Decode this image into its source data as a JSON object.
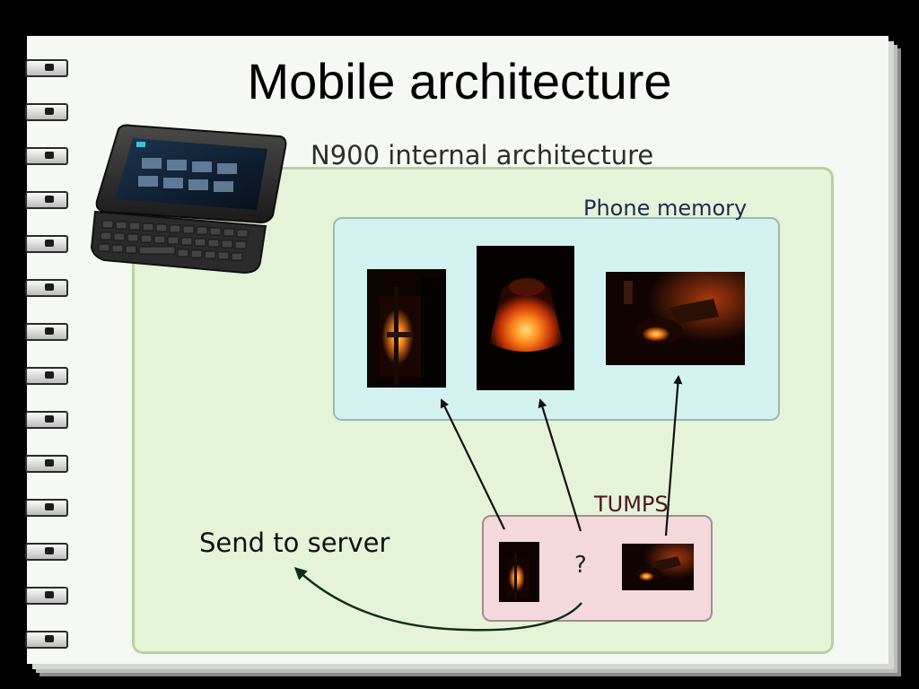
{
  "title": "Mobile architecture",
  "diagram": {
    "subtitle": "N900 internal architecture",
    "memory_label": "Phone memory",
    "tumps_label": "TUMPS",
    "question_mark": "?",
    "send_label": "Send to server"
  },
  "colors": {
    "outer_fill": "#e5f3d8",
    "memory_fill": "#d3f1ef",
    "tumps_fill": "#f3d9dc"
  },
  "icons": [
    "n900-phone-icon"
  ]
}
